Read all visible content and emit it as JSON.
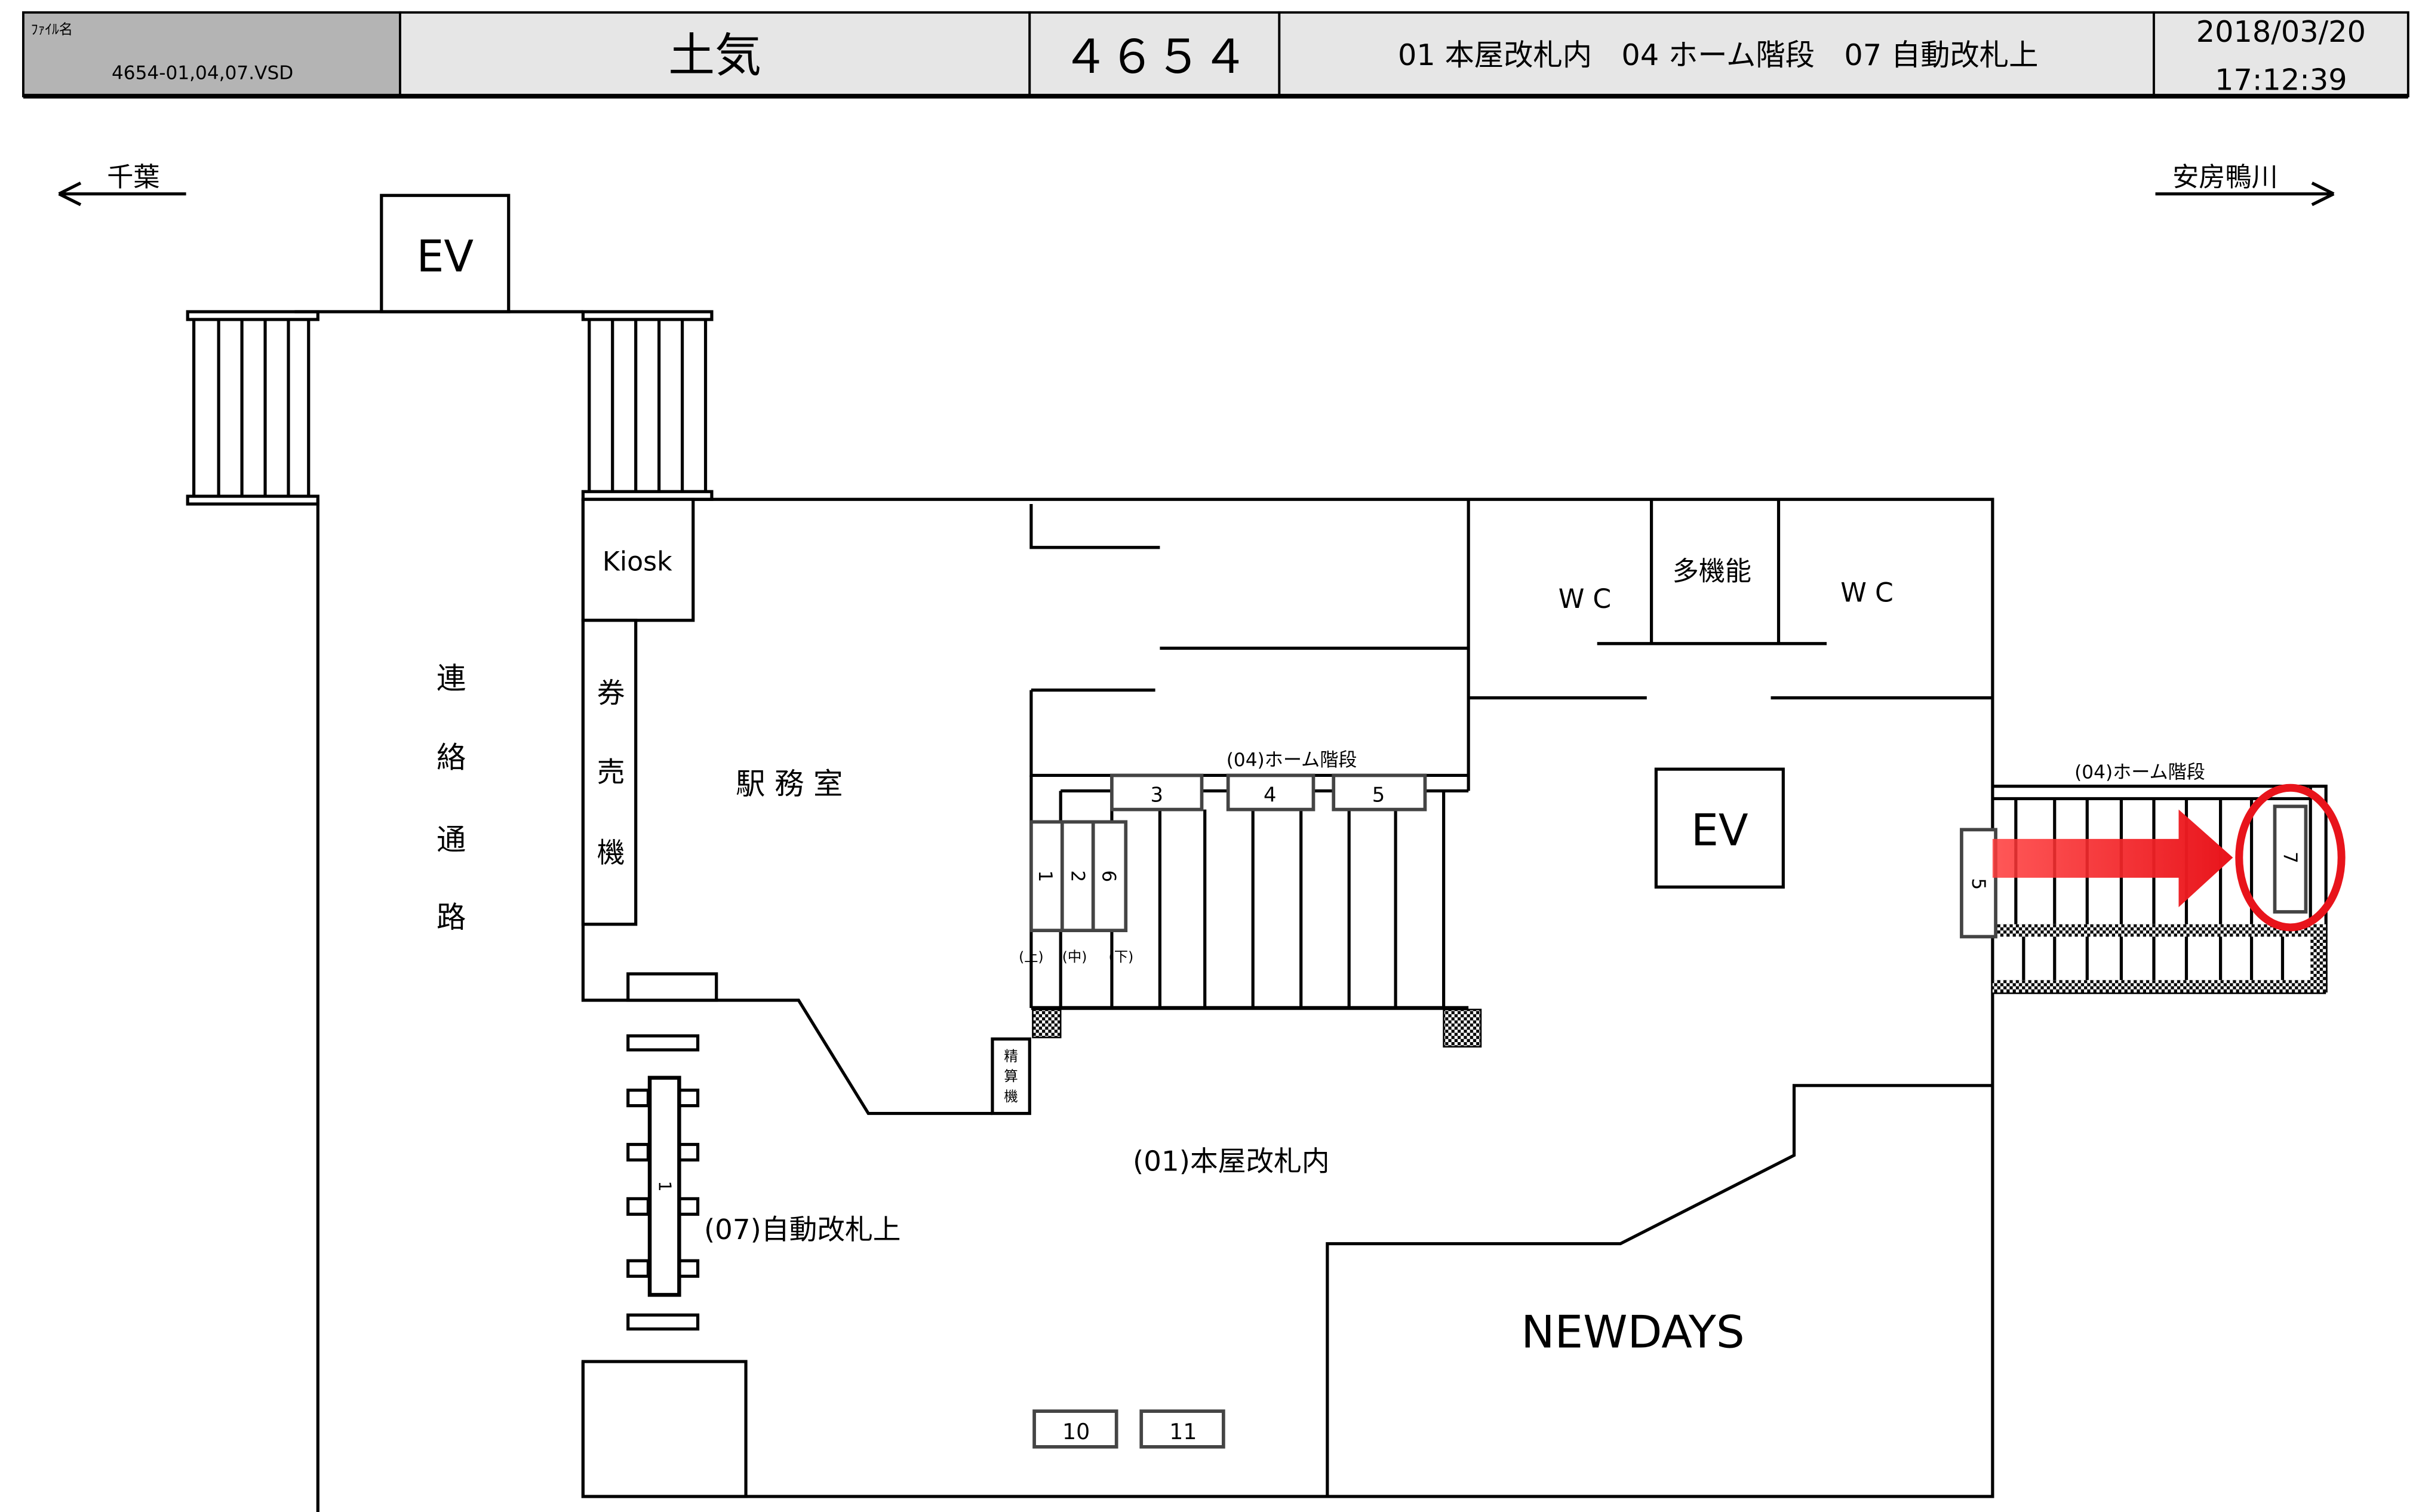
{
  "header": {
    "file_label": "ﾌｧｲﾙ名",
    "file_name": "4654-01,04,07.VSD",
    "station": "土気",
    "code": "４６５４",
    "locations": "01 本屋改札内　04 ホーム階段　07 自動改札上",
    "date": "2018/03/20",
    "time": "17:12:39"
  },
  "directions": {
    "left": "千葉",
    "right": "安房鴨川"
  },
  "map": {
    "ev_top": "EV",
    "ev_mid": "EV",
    "kiosk": "Kiosk",
    "ticket_machine": [
      "券",
      "売",
      "機"
    ],
    "corridor": [
      "連",
      "絡",
      "通",
      "路"
    ],
    "office": "駅 務 室",
    "wc_left": "W C",
    "wc_right": "W C",
    "multi": "多機能",
    "stairs_label_left": "(04)ホーム階段",
    "stairs_label_right": "(04)ホーム階段",
    "cams_top": [
      "3",
      "4",
      "5"
    ],
    "cams_vertical": [
      "1",
      "2",
      "6"
    ],
    "cam_positions": [
      "(上)",
      "(中)",
      "(下)"
    ],
    "cam_right_5": "5",
    "cam_right_7": "7",
    "fare_adjust": [
      "精",
      "算",
      "機"
    ],
    "concourse": "(01)本屋改札内",
    "gate_label": "(07)自動改札上",
    "gate_cam": "1",
    "cams_bottom": [
      "10",
      "11"
    ],
    "shop": "NEWDAYS"
  },
  "colors": {
    "header_gray": "#b4b4b4",
    "header_light": "#e6e6e6",
    "highlight": "#e8141b"
  }
}
